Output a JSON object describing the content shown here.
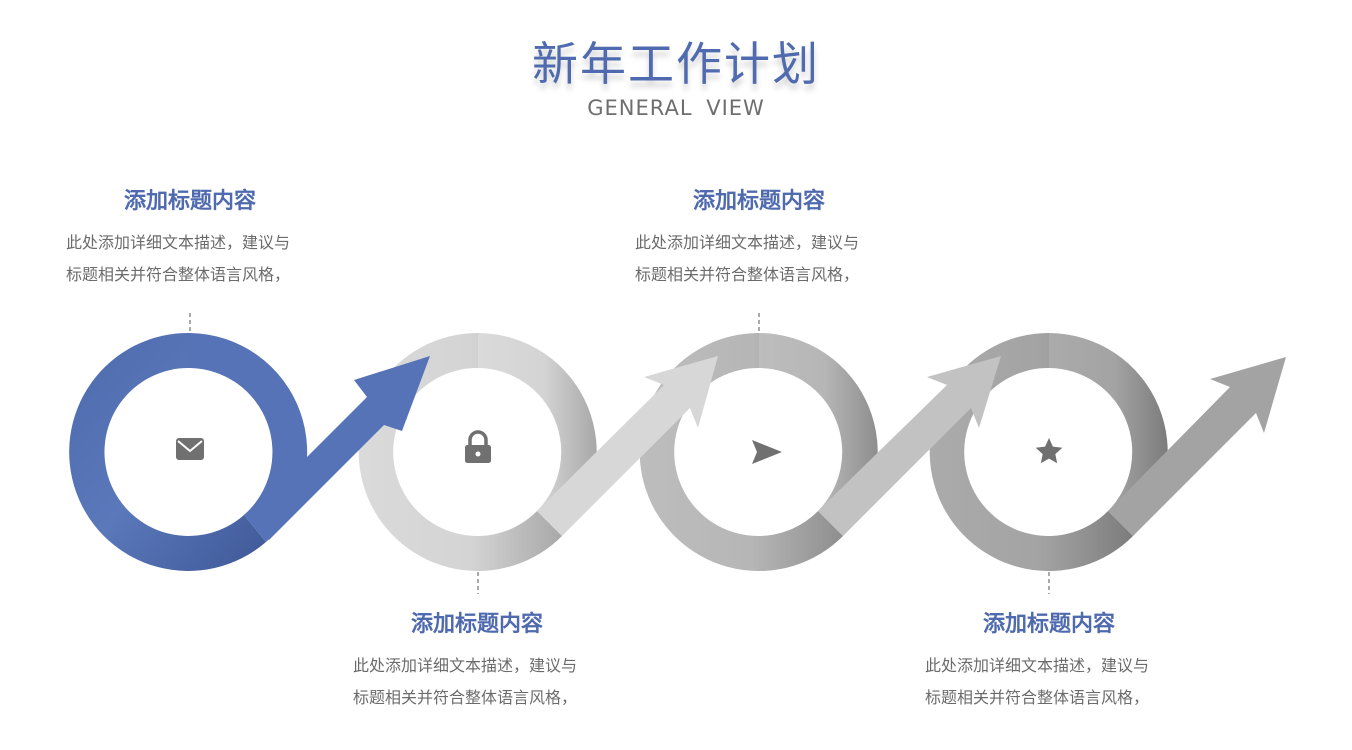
{
  "header": {
    "title": "新年工作计划",
    "subtitle": "GENERAL  VIEW"
  },
  "steps": [
    {
      "title": "添加标题内容",
      "line1": "此处添加详细文本描述，建议与",
      "line2": "标题相关并符合整体语言风格，",
      "icon": "envelope-icon"
    },
    {
      "title": "添加标题内容",
      "line1": "此处添加详细文本描述，建议与",
      "line2": "标题相关并符合整体语言风格，",
      "icon": "lock-icon"
    },
    {
      "title": "添加标题内容",
      "line1": "此处添加详细文本描述，建议与",
      "line2": "标题相关并符合整体语言风格，",
      "icon": "paper-plane-icon"
    },
    {
      "title": "添加标题内容",
      "line1": "此处添加详细文本描述，建议与",
      "line2": "标题相关并符合整体语言风格，",
      "icon": "star-icon"
    }
  ],
  "colors": {
    "accent": "#5573B6",
    "title": "#4F6AAE",
    "subtitle": "#6E6E6E",
    "body_text": "#6B6B6B",
    "icon": "#707070",
    "ring_blue": "#5573B6",
    "ring_light": "#D2D2D2",
    "ring_mid": "#BDBDBD",
    "ring_dark": "#A5A5A5"
  }
}
